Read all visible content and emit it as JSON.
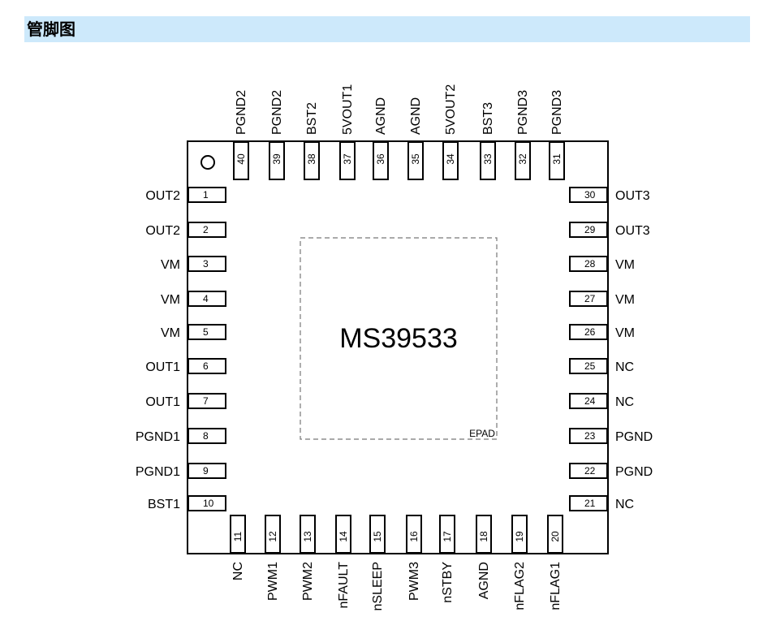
{
  "section": {
    "title": "管脚图"
  },
  "chip": {
    "part_number": "MS39533",
    "epad_label": "EPAD"
  },
  "pins": {
    "left": [
      {
        "num": "1",
        "name": "OUT2"
      },
      {
        "num": "2",
        "name": "OUT2"
      },
      {
        "num": "3",
        "name": "VM"
      },
      {
        "num": "4",
        "name": "VM"
      },
      {
        "num": "5",
        "name": "VM"
      },
      {
        "num": "6",
        "name": "OUT1"
      },
      {
        "num": "7",
        "name": "OUT1"
      },
      {
        "num": "8",
        "name": "PGND1"
      },
      {
        "num": "9",
        "name": "PGND1"
      },
      {
        "num": "10",
        "name": "BST1"
      }
    ],
    "bottom": [
      {
        "num": "11",
        "name": "NC"
      },
      {
        "num": "12",
        "name": "PWM1"
      },
      {
        "num": "13",
        "name": "PWM2"
      },
      {
        "num": "14",
        "name": "nFAULT"
      },
      {
        "num": "15",
        "name": "nSLEEP"
      },
      {
        "num": "16",
        "name": "PWM3"
      },
      {
        "num": "17",
        "name": "nSTBY"
      },
      {
        "num": "18",
        "name": "AGND"
      },
      {
        "num": "19",
        "name": "nFLAG2"
      },
      {
        "num": "20",
        "name": "nFLAG1"
      }
    ],
    "right": [
      {
        "num": "30",
        "name": "OUT3"
      },
      {
        "num": "29",
        "name": "OUT3"
      },
      {
        "num": "28",
        "name": "VM"
      },
      {
        "num": "27",
        "name": "VM"
      },
      {
        "num": "26",
        "name": "VM"
      },
      {
        "num": "25",
        "name": "NC"
      },
      {
        "num": "24",
        "name": "NC"
      },
      {
        "num": "23",
        "name": "PGND"
      },
      {
        "num": "22",
        "name": "PGND"
      },
      {
        "num": "21",
        "name": "NC"
      }
    ],
    "top": [
      {
        "num": "40",
        "name": "PGND2"
      },
      {
        "num": "39",
        "name": "PGND2"
      },
      {
        "num": "38",
        "name": "BST2"
      },
      {
        "num": "37",
        "name": "5VOUT1"
      },
      {
        "num": "36",
        "name": "AGND"
      },
      {
        "num": "35",
        "name": "AGND"
      },
      {
        "num": "34",
        "name": "5VOUT2"
      },
      {
        "num": "33",
        "name": "BST3"
      },
      {
        "num": "32",
        "name": "PGND3"
      },
      {
        "num": "31",
        "name": "PGND3"
      }
    ]
  }
}
